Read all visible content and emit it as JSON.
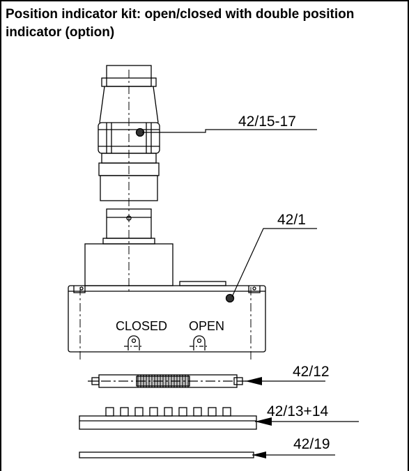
{
  "title": "Position indicator kit: open/closed with double position indicator (option)",
  "labels": {
    "closed": "CLOSED",
    "open": "OPEN"
  },
  "callouts": {
    "connector": "42/15-17",
    "housing": "42/1",
    "cam_bar": "42/12",
    "switch_board": "42/13+14",
    "plate": "42/19"
  }
}
